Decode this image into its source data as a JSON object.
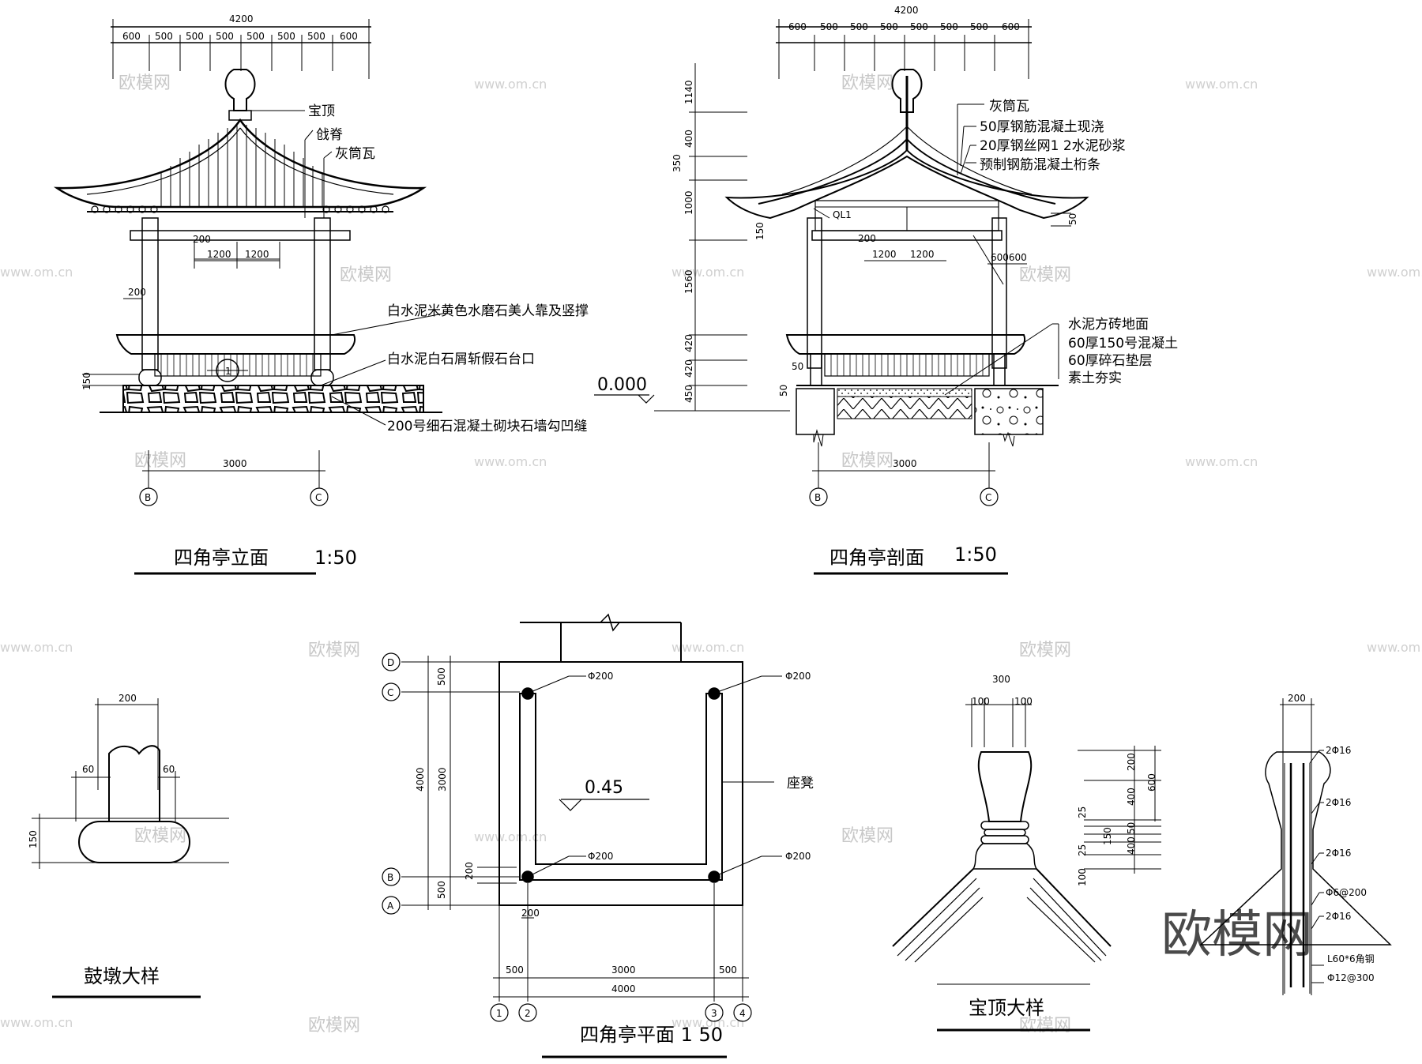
{
  "watermark": {
    "brand": "欧模网",
    "url": "www.om.cn",
    "stamp": "欧模网"
  },
  "elevation": {
    "title": "四角亭立面",
    "scale": "1:50",
    "total_width": "4200",
    "segments": [
      "600",
      "500",
      "500",
      "500",
      "500",
      "500",
      "500",
      "600"
    ],
    "labels": {
      "finial": "宝顶",
      "ridge": "戗脊",
      "tile": "灰筒瓦",
      "bench": "白水泥米黄色水磨石美人靠及竖撑",
      "plinth": "白水泥白石屑斩假石台口",
      "wall": "200号细石混凝土砌块石墙勾凹缝"
    },
    "dims": {
      "d200": "200",
      "d1200a": "1200",
      "d1200b": "1200",
      "post": "200",
      "base": "150",
      "span": "3000",
      "callout": "1"
    },
    "axes": [
      "B",
      "C"
    ]
  },
  "section": {
    "title": "四角亭剖面",
    "scale": "1:50",
    "total_width": "4200",
    "segments": [
      "600",
      "500",
      "500",
      "500",
      "500",
      "500",
      "500",
      "600"
    ],
    "heights": [
      "1140",
      "400",
      "350",
      "1000",
      "1560",
      "420",
      "420",
      "450"
    ],
    "level": "0.000",
    "roof_labels": [
      "灰筒瓦",
      "50厚钢筋混凝土现浇",
      "20厚钢丝网1 2水泥砂浆",
      "预制钢筋混凝土桁条"
    ],
    "floor_labels": [
      "水泥方砖地面",
      "60厚150号混凝土",
      "60厚碎石垫层",
      "素土夯实"
    ],
    "dims": {
      "beam": "QL1",
      "d200": "200",
      "d150": "150",
      "d1200a": "1200",
      "d1200b": "1200",
      "d600": "600600",
      "d50a": "50",
      "d50b": "50",
      "d50c": "50",
      "span": "3000"
    },
    "axes": [
      "B",
      "C"
    ]
  },
  "drum": {
    "title": "鼓墩大样",
    "dims": {
      "top": "200",
      "left": "60",
      "right": "60",
      "height": "150"
    }
  },
  "plan": {
    "title": "四角亭平面 1 50",
    "row_axes": [
      "D",
      "C",
      "B",
      "A"
    ],
    "col_axes": [
      "1",
      "2",
      "3",
      "4"
    ],
    "column_label": "Φ200",
    "seat": "座凳",
    "level": "0.45",
    "dims": {
      "total": "4000",
      "inner": "3000",
      "edge_top": "500",
      "edge_bot": "500",
      "d200a": "200",
      "d200b": "200",
      "bottom_left": "500",
      "bottom_mid": "3000",
      "bottom_right": "500",
      "bottom_total": "4000"
    }
  },
  "finial": {
    "title": "宝顶大样",
    "dims": {
      "width": "300",
      "left": "100",
      "right": "100",
      "stack": [
        "200",
        "400",
        "25",
        "50",
        "150",
        "25",
        "400",
        "100"
      ],
      "stack_total": "600",
      "rebar_w": "200"
    },
    "rebar": [
      "2Φ16",
      "2Φ16",
      "2Φ16",
      "Φ6@200",
      "2Φ16",
      "L60*6角钢",
      "Φ12@300"
    ]
  }
}
